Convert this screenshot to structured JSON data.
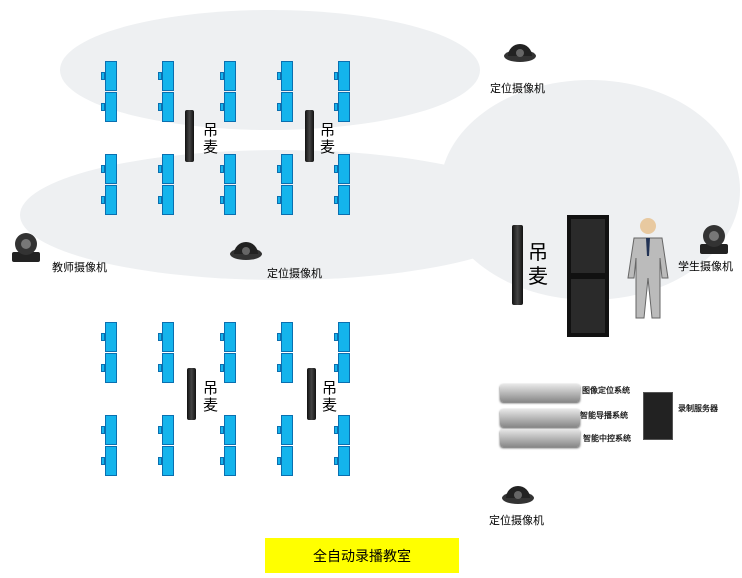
{
  "title": "全自动录播教室",
  "mic_label": "吊麦",
  "cameras": {
    "positioning": "定位摄像机",
    "teacher": "教师摄像机",
    "student": "学生摄像机"
  },
  "systems": [
    "图像定位系统",
    "智能导播系统",
    "智能中控系统"
  ],
  "server": "录制服务器",
  "colors": {
    "desk": "#14b4ec",
    "title_bg": "#ffff00"
  }
}
